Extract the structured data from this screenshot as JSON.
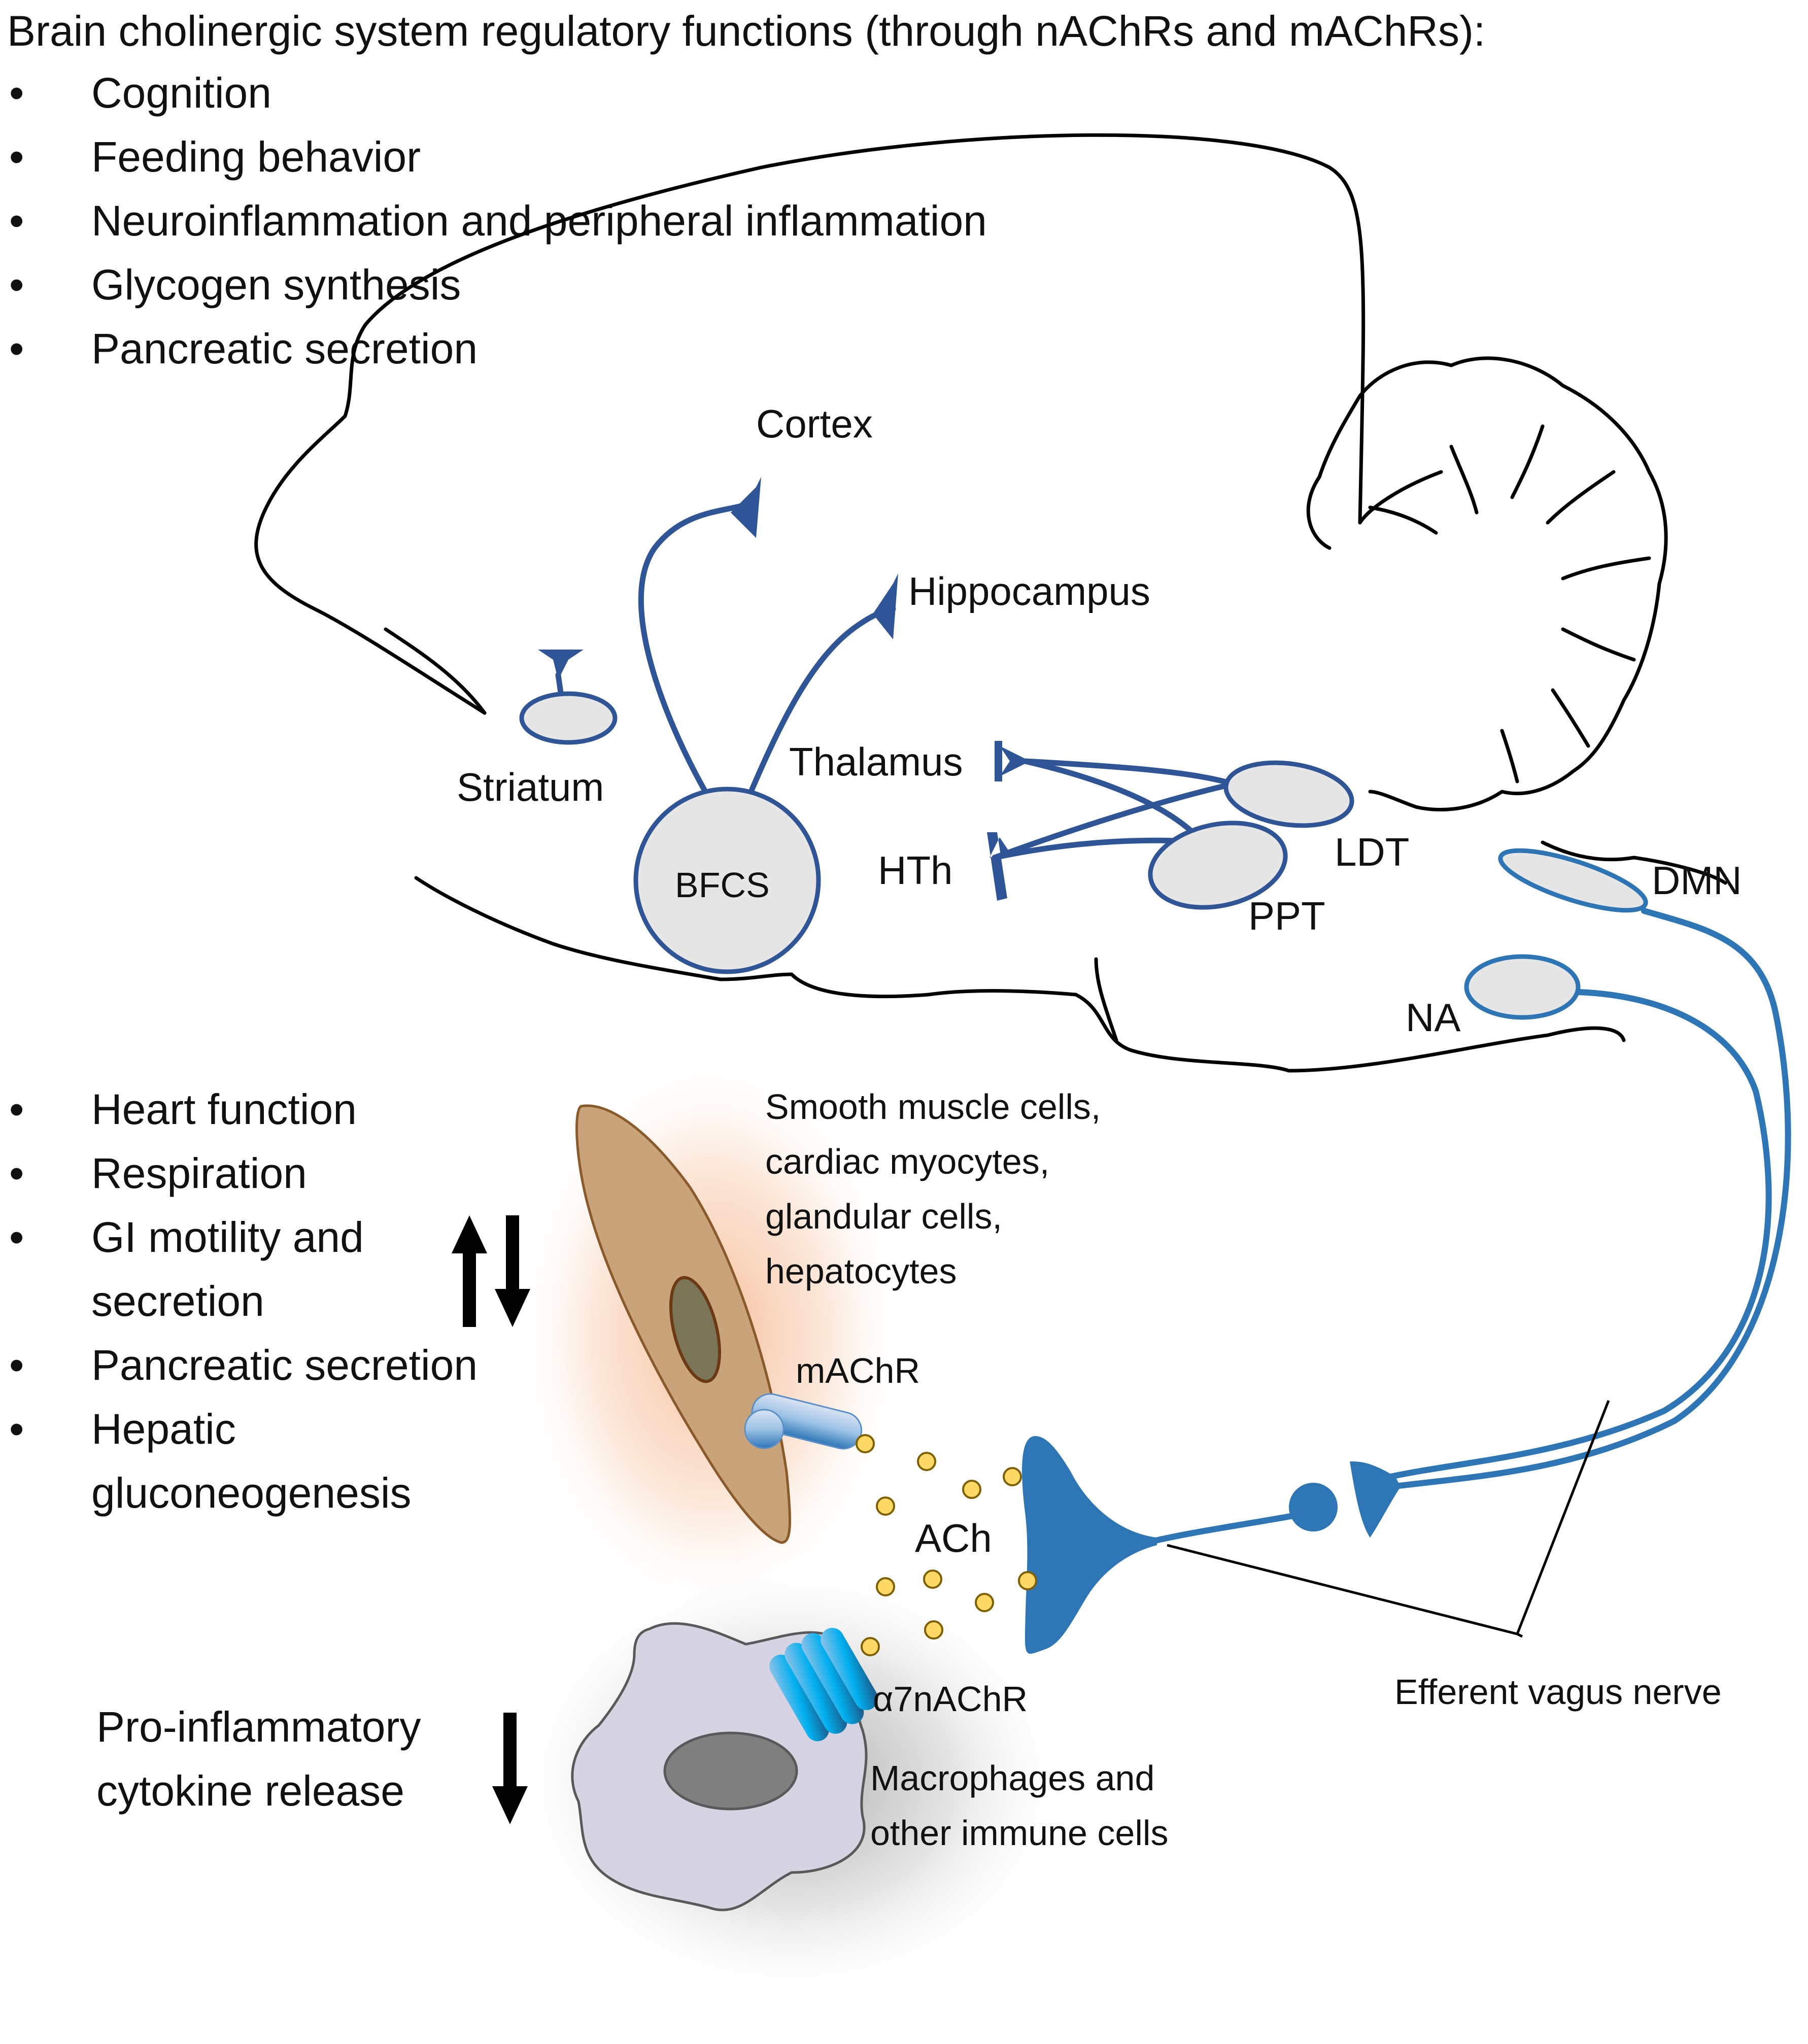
{
  "header": {
    "title": "Brain cholinergic system regulatory functions (through nAChRs and mAChRs):",
    "bullet_char": "•",
    "items": [
      "Cognition",
      "Feeding behavior",
      "Neuroinflammation and peripheral inflammation",
      "Glycogen synthesis",
      "Pancreatic secretion"
    ]
  },
  "brain_labels": {
    "cortex": "Cortex",
    "hippocampus": "Hippocampus",
    "striatum": "Striatum",
    "thalamus": "Thalamus",
    "bfcs": "BFCS",
    "hth": "HTh",
    "ldt": "LDT",
    "ppt": "PPT",
    "dmn": "DMN",
    "na": "NA"
  },
  "peripheral": {
    "items": [
      "Heart function",
      "Respiration",
      "GI motility and",
      "secretion",
      "Pancreatic secretion",
      "Hepatic",
      "gluconeogenesis"
    ],
    "bulleted": [
      true,
      true,
      true,
      false,
      true,
      true,
      false
    ],
    "cells_label": [
      "Smooth muscle cells,",
      "cardiac myocytes,",
      "glandular cells,",
      "hepatocytes"
    ],
    "machr": "mAChR",
    "ach": "ACh",
    "a7nachr": "α7nAChR",
    "macrophage_label": [
      "Macrophages and",
      "other immune cells"
    ],
    "efferent": "Efferent vagus nerve",
    "cytokine": [
      "Pro-inflammatory",
      "cytokine release"
    ]
  },
  "colors": {
    "brain_projection": "#2f5597",
    "vagus": "#2e75b6",
    "nucleus_fill": "#e7e6e6",
    "ach_dot": "#ffd966",
    "muscle_cell": "#c9a37a",
    "macrophage": "#d6d3e3"
  }
}
